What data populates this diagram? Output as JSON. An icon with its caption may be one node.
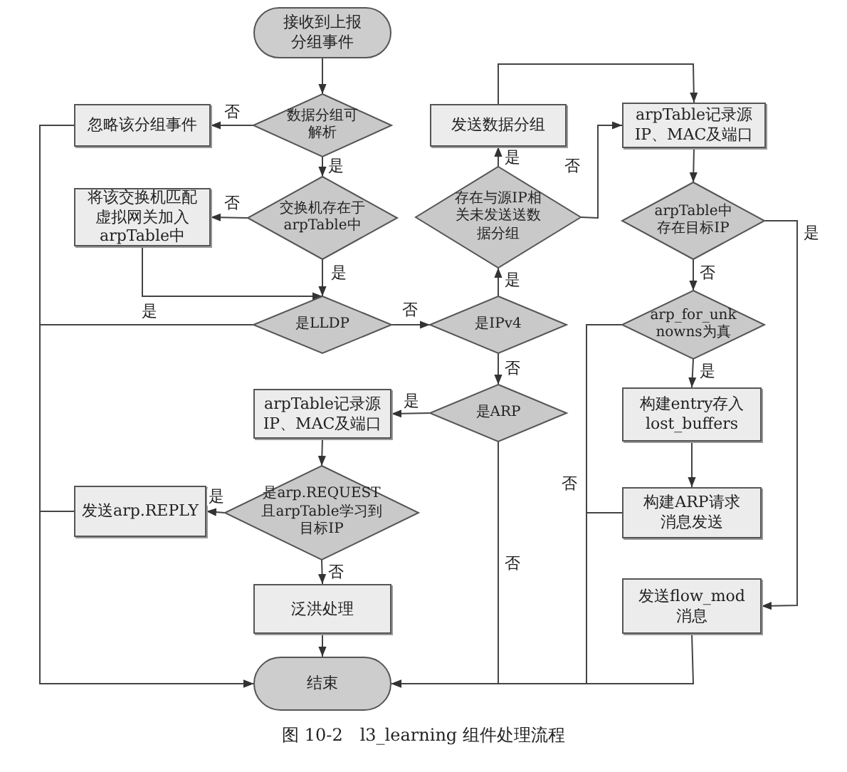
{
  "diagram": {
    "caption": "图 10-2　l3_learning 组件处理流程",
    "nodes": [
      {
        "text": [
          "接收到上报分组事件"
        ]
      },
      {
        "text": [
          "数据分组可解析"
        ]
      },
      {
        "text": [
          "忽略该分组事件"
        ]
      },
      {
        "text": [
          "交换机存在于arpTable中"
        ]
      },
      {
        "text": [
          "将该交换机匹配虚拟网关加入arpTable中"
        ]
      },
      {
        "text": [
          "是LLDP"
        ]
      },
      {
        "text": [
          "是IPv4"
        ]
      },
      {
        "text": [
          "存在与源IP相关未发送送数据分组"
        ]
      },
      {
        "text": [
          "发送数据分组"
        ]
      },
      {
        "text": [
          "arpTable记录源IP、MAC及端口"
        ]
      },
      {
        "text": [
          "arpTable中存在目标IP"
        ]
      },
      {
        "text": [
          "arp_for_unknowns为真"
        ]
      },
      {
        "text": [
          "是ARP"
        ]
      },
      {
        "text": [
          "arpTable记录源IP、MAC及端口"
        ]
      },
      {
        "text": [
          "是arp.REQUEST且arpTable学习到目标IP"
        ]
      },
      {
        "text": [
          "发送arp.REPLY"
        ]
      },
      {
        "text": [
          "泛洪处理"
        ]
      },
      {
        "text": [
          "结束"
        ]
      },
      {
        "text": [
          "构建entry存入lost_buffers"
        ]
      },
      {
        "text": [
          "构建ARP请求消息发送"
        ]
      },
      {
        "text": [
          "发送flow_mod消息"
        ]
      }
    ],
    "edges": [
      {
        "from": 0,
        "to": 1,
        "arrow": "to"
      },
      {
        "from": 1,
        "to": 2,
        "arrow": "to",
        "label": "否"
      },
      {
        "from": 1,
        "to": 3,
        "arrow": "to",
        "label": "是"
      },
      {
        "from": 3,
        "to": 4,
        "arrow": "to",
        "label": "否"
      },
      {
        "from": 3,
        "to": 5,
        "arrow": "to",
        "label": "是"
      },
      {
        "from": 4,
        "to": 5,
        "arrow": "to"
      },
      {
        "from": 5,
        "to": 17,
        "arrow": "to",
        "label": "是"
      },
      {
        "from": 2,
        "to": 17,
        "arrow": "to"
      },
      {
        "from": 15,
        "to": 17,
        "arrow": "to"
      },
      {
        "from": 5,
        "to": 6,
        "arrow": "to",
        "label": "否"
      },
      {
        "from": 6,
        "to": 7,
        "arrow": "to",
        "label": "是"
      },
      {
        "from": 7,
        "to": 8,
        "arrow": "to",
        "label": "是"
      },
      {
        "from": 7,
        "to": 9,
        "arrow": "to",
        "label": "否"
      },
      {
        "from": 8,
        "to": 9,
        "arrow": "to"
      },
      {
        "from": 6,
        "to": 12,
        "arrow": "to",
        "label": "否"
      },
      {
        "from": 9,
        "to": 10,
        "arrow": "to"
      },
      {
        "from": 10,
        "to": 11,
        "arrow": "to",
        "label": "否"
      },
      {
        "from": 10,
        "to": 20,
        "arrow": "to",
        "label": "是"
      },
      {
        "from": 11,
        "to": 18,
        "arrow": "to",
        "label": "是"
      },
      {
        "from": 11,
        "to": 17,
        "arrow": "to",
        "label": "否"
      },
      {
        "from": 19,
        "to": 17,
        "arrow": "to"
      },
      {
        "from": 20,
        "to": 17,
        "arrow": "to"
      },
      {
        "from": 12,
        "to": 17,
        "arrow": "to",
        "label": "否"
      },
      {
        "from": 12,
        "to": 13,
        "arrow": "to",
        "label": "是"
      },
      {
        "from": 13,
        "to": 14,
        "arrow": "to"
      },
      {
        "from": 14,
        "to": 15,
        "arrow": "to",
        "label": "是"
      },
      {
        "from": 14,
        "to": 16,
        "arrow": "to",
        "label": "否"
      },
      {
        "from": 16,
        "to": 17,
        "arrow": "to"
      },
      {
        "from": 18,
        "to": 19,
        "arrow": "to"
      }
    ]
  }
}
